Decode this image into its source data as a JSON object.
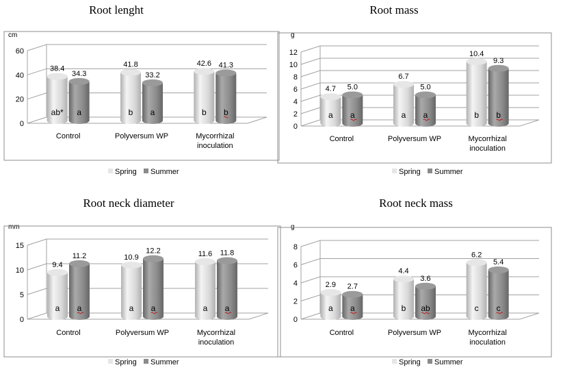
{
  "colors": {
    "spring_light": "#f4f4f4",
    "spring_mid": "#d9d9d9",
    "spring_dark": "#b0b0b0",
    "summer_light": "#a9a9a9",
    "summer_mid": "#8a8a8a",
    "summer_dark": "#666666",
    "gridline": "#a0a0a0",
    "squiggle": "#cc0000"
  },
  "chart_data": [
    {
      "type": "bar",
      "title": "Root lenght",
      "unit": "cm",
      "categories": [
        "Control",
        "Polyversum WP",
        [
          "Mycorrhizal",
          "inoculation"
        ]
      ],
      "ylim": [
        0,
        60
      ],
      "yticks": [
        "0",
        "20",
        "40",
        "60"
      ],
      "series": [
        {
          "name": "Spring",
          "values": [
            38.4,
            41.8,
            42.6
          ],
          "value_labels": [
            "38.4",
            "41.8",
            "42.6"
          ],
          "letters": [
            "ab*",
            "b",
            "b"
          ]
        },
        {
          "name": "Summer",
          "values": [
            34.3,
            33.2,
            41.3
          ],
          "value_labels": [
            "34.3",
            "33.2",
            "41.3"
          ],
          "letters": [
            "a",
            "a",
            "b"
          ]
        }
      ],
      "legend": "bottom",
      "grid": true
    },
    {
      "type": "bar",
      "title": "Root mass",
      "unit": "g",
      "categories": [
        "Control",
        "Polyversum WP",
        [
          "Mycorrhizal",
          "inoculation"
        ]
      ],
      "ylim": [
        0,
        12
      ],
      "yticks": [
        "0",
        "2",
        "4",
        "6",
        "8",
        "10",
        "12"
      ],
      "series": [
        {
          "name": "Spring",
          "values": [
            4.7,
            6.7,
            10.4
          ],
          "value_labels": [
            "4.7",
            "6.7",
            "10.4"
          ],
          "letters": [
            "a",
            "a",
            "b"
          ]
        },
        {
          "name": "Summer",
          "values": [
            5.0,
            5.0,
            9.3
          ],
          "value_labels": [
            "5.0",
            "5.0",
            "9.3"
          ],
          "letters": [
            "a",
            "a",
            "b"
          ]
        }
      ],
      "legend": "bottom",
      "grid": true
    },
    {
      "type": "bar",
      "title": "Root neck diameter",
      "unit": "mm",
      "categories": [
        "Control",
        "Polyversum WP",
        [
          "Mycorrhizal",
          "inoculation"
        ]
      ],
      "ylim": [
        0,
        15
      ],
      "yticks": [
        "0",
        "5",
        "10",
        "15"
      ],
      "series": [
        {
          "name": "Spring",
          "values": [
            9.4,
            10.9,
            11.6
          ],
          "value_labels": [
            "9.4",
            "10.9",
            "11.6"
          ],
          "letters": [
            "a",
            "a",
            "a"
          ]
        },
        {
          "name": "Summer",
          "values": [
            11.2,
            12.2,
            11.8
          ],
          "value_labels": [
            "11.2",
            "12.2",
            "11.8"
          ],
          "letters": [
            "a",
            "a",
            "a"
          ]
        }
      ],
      "legend": "bottom",
      "grid": true
    },
    {
      "type": "bar",
      "title": "Root neck mass",
      "unit": "g",
      "categories": [
        "Control",
        "Polyversum WP",
        [
          "Mycorrhizal",
          "inoculation"
        ]
      ],
      "ylim": [
        0,
        8
      ],
      "yticks": [
        "0",
        "2",
        "4",
        "6",
        "8"
      ],
      "series": [
        {
          "name": "Spring",
          "values": [
            2.9,
            4.4,
            6.2
          ],
          "value_labels": [
            "2.9",
            "4.4",
            "6.2"
          ],
          "letters": [
            "a",
            "b",
            "c"
          ]
        },
        {
          "name": "Summer",
          "values": [
            2.7,
            3.6,
            5.4
          ],
          "value_labels": [
            "2.7",
            "3.6",
            "5.4"
          ],
          "letters": [
            "a",
            "ab",
            "c"
          ]
        }
      ],
      "legend": "bottom",
      "grid": true
    }
  ]
}
